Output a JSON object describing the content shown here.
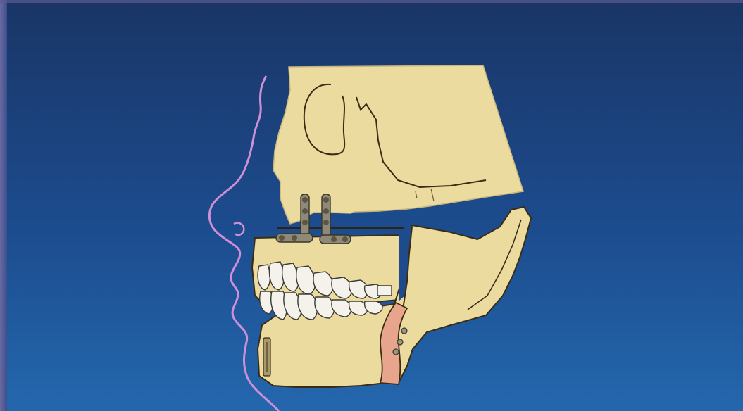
{
  "figure": {
    "subject": "",
    "colors": {
      "background_top": "#1a3566",
      "background_bottom": "#1f5fa3",
      "frame_left": "#5a5a8e",
      "bone": "#ecdb9e",
      "bone_outline": "#3a2c14",
      "soft_tissue_profile": "#cf8fd6",
      "bone_graft": "#e8a58e",
      "teeth": "#f4f2ea",
      "plate_hardware": "#8f8a78",
      "screw_dark": "#4a4436"
    },
    "icons": [
      "skull-cranium-shape",
      "maxilla-shape",
      "mandible-shape",
      "upper-teeth",
      "lower-teeth",
      "bone-plate-screws",
      "bone-graft",
      "facial-profile-line"
    ]
  }
}
